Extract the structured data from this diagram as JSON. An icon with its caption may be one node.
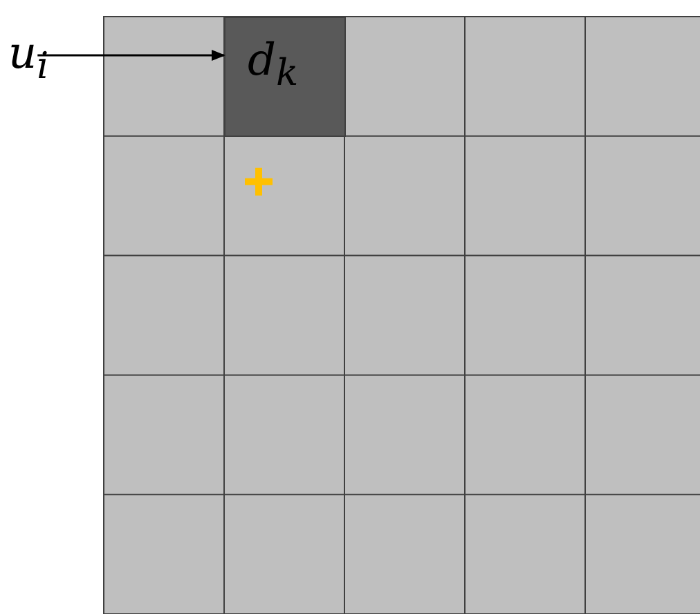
{
  "diagram": {
    "nodes": [
      {
        "text": [
          "u$_{i}$"
        ]
      },
      {
        "text": [
          "d$_{k}$"
        ]
      }
    ],
    "edges": [
      {
        "from": 0,
        "to": 1,
        "arrow": "to"
      }
    ]
  }
}
